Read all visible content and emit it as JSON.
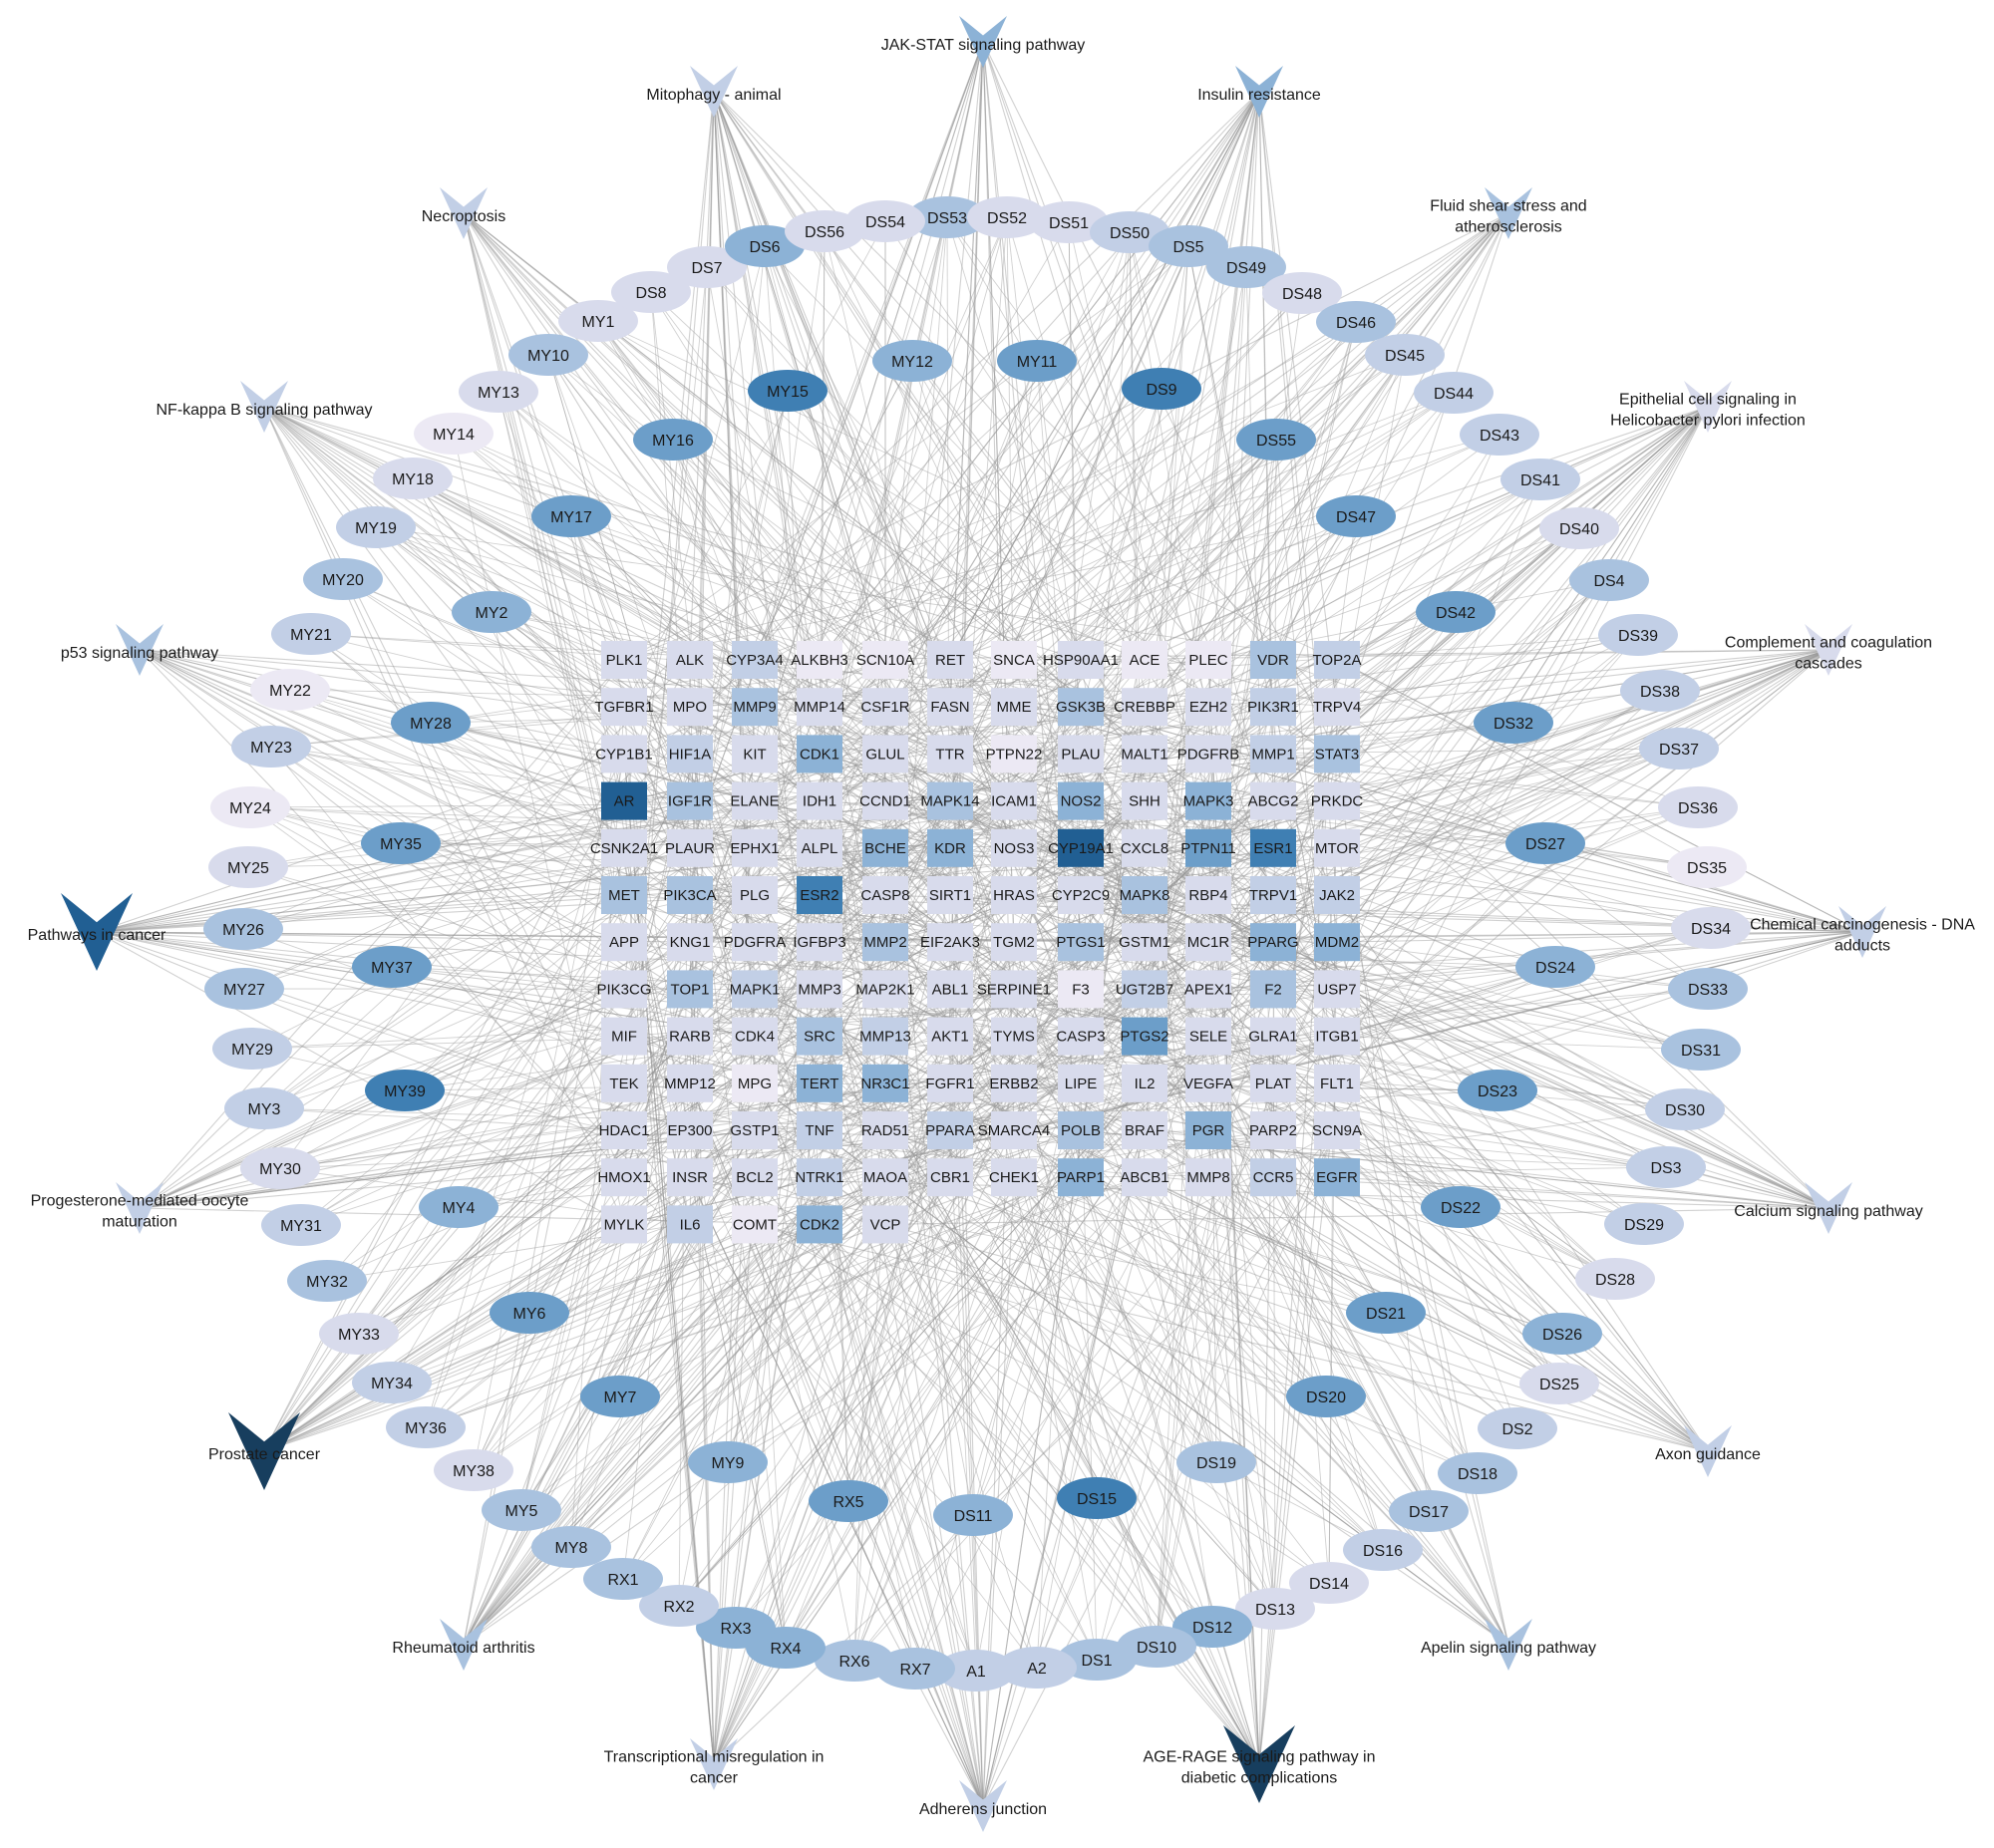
{
  "colors": {
    "edge": "#9a9a9a",
    "text": "#1a1a1a",
    "palette": [
      "#ece9f4",
      "#d8dbec",
      "#c2cfe6",
      "#a9c2df",
      "#8cb2d6",
      "#6c9ec9",
      "#3f7fb3",
      "#215f93",
      "#173e5e"
    ]
  },
  "pathways": [
    {
      "id": "jak",
      "label": [
        "JAK-STAT signaling pathway"
      ],
      "s": 4
    },
    {
      "id": "mito",
      "label": [
        "Mitophagy - animal"
      ],
      "s": 2
    },
    {
      "id": "ins",
      "label": [
        "Insulin resistance"
      ],
      "s": 4
    },
    {
      "id": "necro",
      "label": [
        "Necroptosis"
      ],
      "s": 2
    },
    {
      "id": "fluid",
      "label": [
        "Fluid shear stress and",
        "atherosclerosis"
      ],
      "s": 3
    },
    {
      "id": "nfkb",
      "label": [
        "NF-kappa B signaling pathway"
      ],
      "s": 2
    },
    {
      "id": "epi",
      "label": [
        "Epithelial cell signaling in",
        "Helicobacter pylori infection"
      ],
      "s": 1
    },
    {
      "id": "p53",
      "label": [
        "p53 signaling pathway"
      ],
      "s": 3
    },
    {
      "id": "comp",
      "label": [
        "Complement and coagulation",
        "cascades"
      ],
      "s": 1
    },
    {
      "id": "pic",
      "label": [
        "Pathways in cancer"
      ],
      "s": 7
    },
    {
      "id": "chem",
      "label": [
        "Chemical carcinogenesis - DNA",
        "adducts"
      ],
      "s": 2
    },
    {
      "id": "prog",
      "label": [
        "Progesterone-mediated oocyte",
        "maturation"
      ],
      "s": 2
    },
    {
      "id": "calc",
      "label": [
        "Calcium signaling pathway"
      ],
      "s": 2
    },
    {
      "id": "prost",
      "label": [
        "Prostate cancer"
      ],
      "s": 8
    },
    {
      "id": "axon",
      "label": [
        "Axon guidance"
      ],
      "s": 2
    },
    {
      "id": "rheu",
      "label": [
        "Rheumatoid arthritis"
      ],
      "s": 3
    },
    {
      "id": "apelin",
      "label": [
        "Apelin signaling pathway"
      ],
      "s": 3
    },
    {
      "id": "trans",
      "label": [
        "Transcriptional misregulation in",
        "cancer"
      ],
      "s": 2
    },
    {
      "id": "age",
      "label": [
        "AGE-RAGE signaling pathway in",
        "diabetic complications"
      ],
      "s": 8
    },
    {
      "id": "adh",
      "label": [
        "Adherens junction"
      ],
      "s": 2
    }
  ],
  "compounds": [
    {
      "l": "DS53",
      "s": 3
    },
    {
      "l": "DS52",
      "s": 1
    },
    {
      "l": "DS51",
      "s": 1
    },
    {
      "l": "DS50",
      "s": 2
    },
    {
      "l": "DS5",
      "s": 3
    },
    {
      "l": "DS49",
      "s": 3
    },
    {
      "l": "DS48",
      "s": 1
    },
    {
      "l": "DS46",
      "s": 3
    },
    {
      "l": "DS45",
      "s": 2
    },
    {
      "l": "DS44",
      "s": 2
    },
    {
      "l": "DS43",
      "s": 2
    },
    {
      "l": "DS41",
      "s": 2
    },
    {
      "l": "DS40",
      "s": 1
    },
    {
      "l": "DS4",
      "s": 3
    },
    {
      "l": "DS39",
      "s": 2
    },
    {
      "l": "DS38",
      "s": 2
    },
    {
      "l": "DS37",
      "s": 2
    },
    {
      "l": "DS36",
      "s": 1
    },
    {
      "l": "DS35",
      "s": 0
    },
    {
      "l": "DS34",
      "s": 1
    },
    {
      "l": "DS33",
      "s": 3
    },
    {
      "l": "DS31",
      "s": 3
    },
    {
      "l": "DS30",
      "s": 2
    },
    {
      "l": "DS3",
      "s": 2
    },
    {
      "l": "DS29",
      "s": 2
    },
    {
      "l": "DS28",
      "s": 1
    },
    {
      "l": "DS26",
      "s": 4
    },
    {
      "l": "DS25",
      "s": 1
    },
    {
      "l": "DS2",
      "s": 2
    },
    {
      "l": "DS18",
      "s": 3
    },
    {
      "l": "DS17",
      "s": 3
    },
    {
      "l": "DS16",
      "s": 2
    },
    {
      "l": "DS14",
      "s": 1
    },
    {
      "l": "DS13",
      "s": 1
    },
    {
      "l": "DS12",
      "s": 4
    },
    {
      "l": "DS10",
      "s": 3
    },
    {
      "l": "DS1",
      "s": 3
    },
    {
      "l": "A2",
      "s": 2
    },
    {
      "l": "A1",
      "s": 2
    },
    {
      "l": "RX7",
      "s": 3
    },
    {
      "l": "RX6",
      "s": 3
    },
    {
      "l": "RX4",
      "s": 4
    },
    {
      "l": "RX3",
      "s": 4
    },
    {
      "l": "RX2",
      "s": 2
    },
    {
      "l": "RX1",
      "s": 3
    },
    {
      "l": "MY8",
      "s": 3
    },
    {
      "l": "MY5",
      "s": 3
    },
    {
      "l": "MY38",
      "s": 1
    },
    {
      "l": "MY36",
      "s": 2
    },
    {
      "l": "MY34",
      "s": 2
    },
    {
      "l": "MY33",
      "s": 1
    },
    {
      "l": "MY32",
      "s": 3
    },
    {
      "l": "MY31",
      "s": 2
    },
    {
      "l": "MY30",
      "s": 1
    },
    {
      "l": "MY3",
      "s": 2
    },
    {
      "l": "MY29",
      "s": 2
    },
    {
      "l": "MY27",
      "s": 3
    },
    {
      "l": "MY26",
      "s": 3
    },
    {
      "l": "MY25",
      "s": 1
    },
    {
      "l": "MY24",
      "s": 0
    },
    {
      "l": "MY23",
      "s": 2
    },
    {
      "l": "MY22",
      "s": 0
    },
    {
      "l": "MY21",
      "s": 2
    },
    {
      "l": "MY20",
      "s": 3
    },
    {
      "l": "MY19",
      "s": 2
    },
    {
      "l": "MY18",
      "s": 1
    },
    {
      "l": "MY14",
      "s": 0
    },
    {
      "l": "MY13",
      "s": 1
    },
    {
      "l": "MY10",
      "s": 3
    },
    {
      "l": "MY1",
      "s": 1
    },
    {
      "l": "DS8",
      "s": 1
    },
    {
      "l": "DS7",
      "s": 1
    },
    {
      "l": "DS6",
      "s": 4
    },
    {
      "l": "DS56",
      "s": 1
    },
    {
      "l": "DS54",
      "s": 1
    },
    {
      "l": "MY12",
      "s": 4
    },
    {
      "l": "MY11",
      "s": 5
    },
    {
      "l": "MY15",
      "s": 6
    },
    {
      "l": "DS9",
      "s": 6
    },
    {
      "l": "MY16",
      "s": 5
    },
    {
      "l": "DS55",
      "s": 5
    },
    {
      "l": "MY17",
      "s": 5
    },
    {
      "l": "DS47",
      "s": 5
    },
    {
      "l": "MY2",
      "s": 4
    },
    {
      "l": "DS42",
      "s": 5
    },
    {
      "l": "MY28",
      "s": 5
    },
    {
      "l": "DS32",
      "s": 5
    },
    {
      "l": "MY35",
      "s": 5
    },
    {
      "l": "DS27",
      "s": 5
    },
    {
      "l": "MY37",
      "s": 5
    },
    {
      "l": "DS24",
      "s": 4
    },
    {
      "l": "MY39",
      "s": 6
    },
    {
      "l": "DS23",
      "s": 5
    },
    {
      "l": "MY4",
      "s": 4
    },
    {
      "l": "DS22",
      "s": 5
    },
    {
      "l": "MY6",
      "s": 5
    },
    {
      "l": "DS21",
      "s": 5
    },
    {
      "l": "MY7",
      "s": 5
    },
    {
      "l": "DS20",
      "s": 5
    },
    {
      "l": "MY9",
      "s": 4
    },
    {
      "l": "DS19",
      "s": 3
    },
    {
      "l": "RX5",
      "s": 5
    },
    {
      "l": "DS15",
      "s": 6
    },
    {
      "l": "DS11",
      "s": 4
    }
  ],
  "targets": [
    [
      [
        "PLK1",
        1
      ],
      [
        "TGFBR1",
        1
      ],
      [
        "CYP1B1",
        1
      ],
      [
        "AR",
        7
      ],
      [
        "CSNK2A1",
        1
      ],
      [
        "MET",
        3
      ],
      [
        "APP",
        1
      ],
      [
        "PIK3CG",
        1
      ],
      [
        "MIF",
        1
      ],
      [
        "TEK",
        1
      ],
      [
        "HDAC1",
        1
      ],
      [
        "HMOX1",
        1
      ],
      [
        "MYLK",
        1
      ]
    ],
    [
      [
        "ALK",
        1
      ],
      [
        "MPO",
        1
      ],
      [
        "HIF1A",
        2
      ],
      [
        "IGF1R",
        3
      ],
      [
        "PLAUR",
        1
      ],
      [
        "PIK3CA",
        3
      ],
      [
        "KNG1",
        1
      ],
      [
        "TOP1",
        3
      ],
      [
        "RARB",
        1
      ],
      [
        "MMP12",
        1
      ],
      [
        "EP300",
        1
      ],
      [
        "INSR",
        1
      ],
      [
        "IL6",
        2
      ]
    ],
    [
      [
        "CYP3A4",
        2
      ],
      [
        "MMP9",
        3
      ],
      [
        "KIT",
        1
      ],
      [
        "ELANE",
        1
      ],
      [
        "EPHX1",
        1
      ],
      [
        "PLG",
        1
      ],
      [
        "PDGFRA",
        1
      ],
      [
        "MAPK1",
        2
      ],
      [
        "CDK4",
        1
      ],
      [
        "MPG",
        0
      ],
      [
        "GSTP1",
        1
      ],
      [
        "BCL2",
        1
      ],
      [
        "COMT",
        0
      ]
    ],
    [
      [
        "ALKBH3",
        0
      ],
      [
        "MMP14",
        1
      ],
      [
        "CDK1",
        4
      ],
      [
        "IDH1",
        1
      ],
      [
        "ALPL",
        1
      ],
      [
        "ESR2",
        6
      ],
      [
        "IGFBP3",
        1
      ],
      [
        "MMP3",
        1
      ],
      [
        "SRC",
        3
      ],
      [
        "TERT",
        4
      ],
      [
        "TNF",
        2
      ],
      [
        "NTRK1",
        2
      ],
      [
        "CDK2",
        4
      ]
    ],
    [
      [
        "SCN10A",
        0
      ],
      [
        "CSF1R",
        1
      ],
      [
        "GLUL",
        1
      ],
      [
        "CCND1",
        1
      ],
      [
        "BCHE",
        4
      ],
      [
        "CASP8",
        1
      ],
      [
        "MMP2",
        3
      ],
      [
        "MAP2K1",
        1
      ],
      [
        "MMP13",
        2
      ],
      [
        "NR3C1",
        4
      ],
      [
        "RAD51",
        1
      ],
      [
        "MAOA",
        1
      ],
      [
        "VCP",
        1
      ]
    ],
    [
      [
        "RET",
        1
      ],
      [
        "FASN",
        1
      ],
      [
        "TTR",
        1
      ],
      [
        "MAPK14",
        3
      ],
      [
        "KDR",
        4
      ],
      [
        "SIRT1",
        1
      ],
      [
        "EIF2AK3",
        1
      ],
      [
        "ABL1",
        1
      ],
      [
        "AKT1",
        1
      ],
      [
        "FGFR1",
        1
      ],
      [
        "PPARA",
        2
      ],
      [
        "CBR1",
        1
      ]
    ],
    [
      [
        "SNCA",
        0
      ],
      [
        "MME",
        1
      ],
      [
        "PTPN22",
        0
      ],
      [
        "ICAM1",
        1
      ],
      [
        "NOS3",
        1
      ],
      [
        "HRAS",
        1
      ],
      [
        "TGM2",
        1
      ],
      [
        "SERPINE1",
        1
      ],
      [
        "TYMS",
        1
      ],
      [
        "ERBB2",
        1
      ],
      [
        "SMARCA4",
        1
      ],
      [
        "CHEK1",
        1
      ]
    ],
    [
      [
        "HSP90AA1",
        1
      ],
      [
        "GSK3B",
        3
      ],
      [
        "PLAU",
        1
      ],
      [
        "NOS2",
        4
      ],
      [
        "CYP19A1",
        7
      ],
      [
        "CYP2C9",
        1
      ],
      [
        "PTGS1",
        3
      ],
      [
        "F3",
        0
      ],
      [
        "CASP3",
        1
      ],
      [
        "LIPE",
        1
      ],
      [
        "POLB",
        3
      ],
      [
        "PARP1",
        4
      ]
    ],
    [
      [
        "ACE",
        0
      ],
      [
        "CREBBP",
        1
      ],
      [
        "MALT1",
        1
      ],
      [
        "SHH",
        1
      ],
      [
        "CXCL8",
        1
      ],
      [
        "MAPK8",
        3
      ],
      [
        "GSTM1",
        1
      ],
      [
        "UGT2B7",
        2
      ],
      [
        "PTGS2",
        5
      ],
      [
        "IL2",
        1
      ],
      [
        "BRAF",
        1
      ],
      [
        "ABCB1",
        1
      ]
    ],
    [
      [
        "PLEC",
        0
      ],
      [
        "EZH2",
        1
      ],
      [
        "PDGFRB",
        1
      ],
      [
        "MAPK3",
        4
      ],
      [
        "PTPN11",
        5
      ],
      [
        "RBP4",
        1
      ],
      [
        "MC1R",
        1
      ],
      [
        "APEX1",
        1
      ],
      [
        "SELE",
        1
      ],
      [
        "VEGFA",
        1
      ],
      [
        "PGR",
        4
      ],
      [
        "MMP8",
        1
      ]
    ],
    [
      [
        "VDR",
        3
      ],
      [
        "PIK3R1",
        2
      ],
      [
        "MMP1",
        2
      ],
      [
        "ABCG2",
        1
      ],
      [
        "ESR1",
        6
      ],
      [
        "TRPV1",
        2
      ],
      [
        "PPARG",
        4
      ],
      [
        "F2",
        3
      ],
      [
        "GLRA1",
        1
      ],
      [
        "PLAT",
        1
      ],
      [
        "PARP2",
        1
      ],
      [
        "CCR5",
        2
      ]
    ],
    [
      [
        "TOP2A",
        2
      ],
      [
        "TRPV4",
        1
      ],
      [
        "STAT3",
        3
      ],
      [
        "PRKDC",
        1
      ],
      [
        "MTOR",
        1
      ],
      [
        "JAK2",
        2
      ],
      [
        "MDM2",
        4
      ],
      [
        "USP7",
        1
      ],
      [
        "ITGB1",
        1
      ],
      [
        "FLT1",
        1
      ],
      [
        "SCN9A",
        1
      ],
      [
        "EGFR",
        4
      ]
    ]
  ]
}
